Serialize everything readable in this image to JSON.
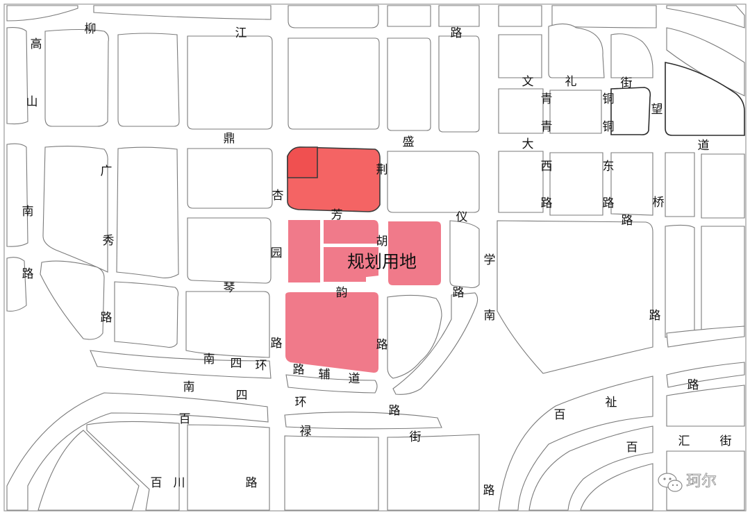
{
  "map": {
    "plan_label": "规划用地",
    "watermark": "珂尔",
    "colors": {
      "background": "#ffffff",
      "block_outline": "#7a7a7a",
      "planned_site_dark": "#f46464",
      "planned_site_light": "#f07a8a"
    },
    "road_labels": [
      "柳",
      "江",
      "路",
      "高",
      "山",
      "鼎",
      "盛",
      "大",
      "道",
      "文",
      "礼",
      "街",
      "青",
      "铜",
      "青",
      "铜",
      "望",
      "桥",
      "广",
      "秀",
      "路",
      "南",
      "路",
      "杏",
      "园",
      "路",
      "芳",
      "韵",
      "荆",
      "胡",
      "路",
      "仪",
      "学",
      "南",
      "路",
      "西",
      "路",
      "东",
      "路",
      "路",
      "琴",
      "南",
      "四",
      "环",
      "路",
      "辅",
      "道",
      "南",
      "四",
      "环",
      "路",
      "百",
      "禄",
      "街",
      "百",
      "川",
      "路",
      "路",
      "百",
      "祉",
      "百",
      "汇",
      "街",
      "路",
      "路"
    ]
  }
}
